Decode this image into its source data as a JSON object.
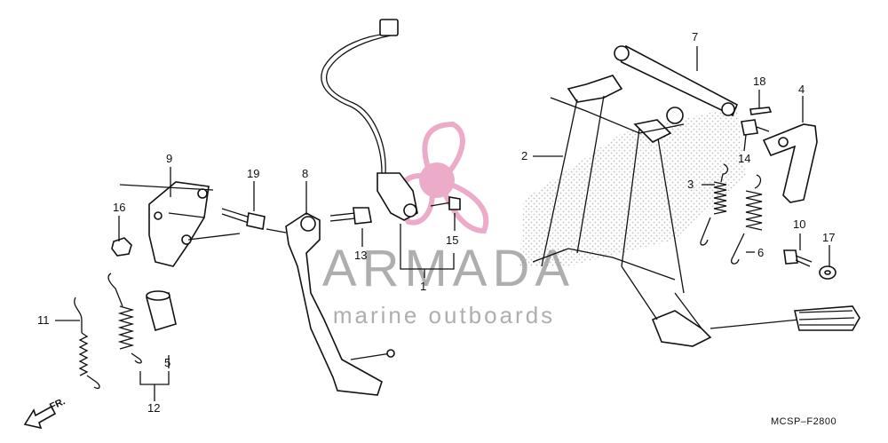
{
  "diagram": {
    "callouts": [
      {
        "id": "1",
        "label": "1"
      },
      {
        "id": "2",
        "label": "2"
      },
      {
        "id": "3",
        "label": "3"
      },
      {
        "id": "4",
        "label": "4"
      },
      {
        "id": "5",
        "label": "5"
      },
      {
        "id": "6",
        "label": "6"
      },
      {
        "id": "7",
        "label": "7"
      },
      {
        "id": "8",
        "label": "8"
      },
      {
        "id": "9",
        "label": "9"
      },
      {
        "id": "10",
        "label": "10"
      },
      {
        "id": "11",
        "label": "11"
      },
      {
        "id": "12",
        "label": "12"
      },
      {
        "id": "13",
        "label": "13"
      },
      {
        "id": "14",
        "label": "14"
      },
      {
        "id": "15",
        "label": "15"
      },
      {
        "id": "16",
        "label": "16"
      },
      {
        "id": "17",
        "label": "17"
      },
      {
        "id": "18",
        "label": "18"
      },
      {
        "id": "19",
        "label": "19"
      }
    ],
    "direction_label": "FR.",
    "diagram_code": "MCSP–F2800"
  },
  "watermark": {
    "brand": "ARMADA",
    "tagline": "marine outboards",
    "colors": {
      "accent": "#e58fb8",
      "text": "#9a9a9a"
    }
  }
}
